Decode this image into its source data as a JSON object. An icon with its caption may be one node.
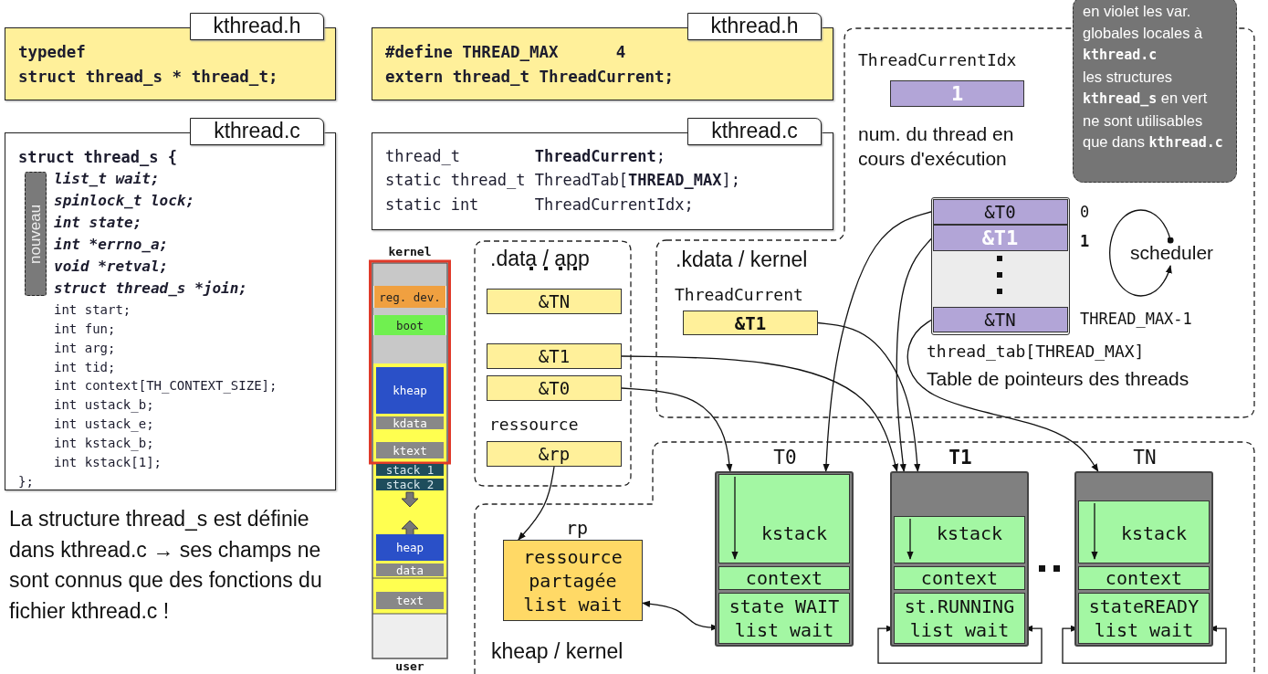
{
  "diagram": {
    "nodes": [
      {
        "text": [
          "kthread.h",
          "typedef",
          "struct thread_s * thread_t;"
        ]
      },
      {
        "text": [
          "kthread.c",
          "struct thread_s {",
          "list_t wait;",
          "spinlock_t lock;",
          "int state;",
          "int *errno_a;",
          "void *retval;",
          "struct thread_s *join;",
          "int start;",
          "int fun;",
          "int arg;",
          "int tid;",
          "int context[TH_CONTEXT_SIZE];",
          "int ustack_b;",
          "int ustack_e;",
          "int kstack_b;",
          "int kstack[1];",
          "};"
        ]
      },
      {
        "text": [
          "nouveau"
        ],
        "in": 1
      },
      {
        "text": [
          "kthread.h",
          "#define THREAD_MAX      4",
          "extern thread_t ThreadCurrent;"
        ]
      },
      {
        "text": [
          "kthread.c",
          "thread_t        **ThreadCurrent**;",
          "static thread_t ThreadTab[**THREAD_MAX**];",
          "static int      ThreadCurrentIdx;"
        ]
      },
      {
        "text": [],
        "shape": "bar",
        "beside": [
          "kernel",
          "user"
        ]
      },
      {
        "text": [
          "reg. dev."
        ],
        "in": 5
      },
      {
        "text": [
          "boot"
        ],
        "in": 5
      },
      {
        "text": [
          "kheap"
        ],
        "in": 5
      },
      {
        "text": [
          "kdata"
        ],
        "in": 5
      },
      {
        "text": [
          "ktext"
        ],
        "in": 5
      },
      {
        "text": [
          "stack 1"
        ],
        "in": 5
      },
      {
        "text": [
          "stack 2"
        ],
        "in": 5
      },
      {
        "text": [
          "heap"
        ],
        "in": 5
      },
      {
        "text": [
          "data"
        ],
        "in": 5
      },
      {
        "text": [
          "text"
        ],
        "in": 5
      },
      {
        "text": [
          ".data / app"
        ]
      },
      {
        "text": [
          "&TN"
        ],
        "in": 16
      },
      {
        "text": [
          "&T1"
        ],
        "in": 16
      },
      {
        "text": [
          "&T0"
        ],
        "in": 16
      },
      {
        "text": [
          "&rp"
        ],
        "beside": [
          "ressource"
        ]
      },
      {
        "text": [
          ".kdata / kernel"
        ]
      },
      {
        "text": [
          "&T1"
        ],
        "in": 21,
        "beside": [
          "ThreadCurrent"
        ]
      },
      {
        "text": [
          "1"
        ],
        "in": 21,
        "beside": [
          "ThreadCurrentIdx",
          "num. du thread en cours d'exécution"
        ]
      },
      {
        "text": [],
        "shape": "box",
        "in": 21,
        "beside": [
          "thread_tab[THREAD_MAX]",
          "Table de pointeurs des threads"
        ]
      },
      {
        "text": [
          "&T0"
        ],
        "in": 24,
        "beside": [
          "0"
        ]
      },
      {
        "text": [
          "&T1"
        ],
        "in": 24,
        "beside": [
          "1"
        ]
      },
      {
        "text": [
          "&TN"
        ],
        "in": 24,
        "beside": [
          "THREAD_MAX-1"
        ]
      },
      {
        "text": [
          "scheduler"
        ],
        "in": 21
      },
      {
        "text": [
          "en violet les var. globales locales à **kthread.c**",
          "les structures **kthread_s** en vert ne sont utilisables que dans **kthread.c**"
        ]
      },
      {
        "text": [
          "kheap / kernel"
        ]
      },
      {
        "text": [
          "ressource partagée",
          "list wait"
        ],
        "in": 30,
        "beside": [
          "rp"
        ]
      },
      {
        "text": [],
        "shape": "box",
        "in": 30,
        "beside": [
          "T0"
        ]
      },
      {
        "text": [
          "kstack"
        ],
        "in": 32
      },
      {
        "text": [
          "context"
        ],
        "in": 32
      },
      {
        "text": [
          "state WAIT",
          "list wait"
        ],
        "in": 32
      },
      {
        "text": [],
        "shape": "box",
        "in": 30,
        "beside": [
          "T1"
        ]
      },
      {
        "text": [
          "kstack"
        ],
        "in": 36
      },
      {
        "text": [
          "context"
        ],
        "in": 36
      },
      {
        "text": [
          "st.RUNNING",
          "list wait"
        ],
        "in": 36
      },
      {
        "text": [],
        "shape": "box",
        "in": 30,
        "beside": [
          "TN"
        ]
      },
      {
        "text": [
          "kstack"
        ],
        "in": 40
      },
      {
        "text": [
          "context"
        ],
        "in": 40
      },
      {
        "text": [
          "stateREADY",
          "list wait"
        ],
        "in": 40
      }
    ],
    "edges": [
      {
        "from": 18,
        "to": 36,
        "arrow": "to"
      },
      {
        "from": 19,
        "to": 32,
        "arrow": "to"
      },
      {
        "from": 20,
        "to": 31,
        "arrow": "to"
      },
      {
        "from": 22,
        "to": 36,
        "arrow": "to"
      },
      {
        "from": 25,
        "to": 32,
        "arrow": "to"
      },
      {
        "from": 26,
        "to": 36,
        "arrow": "to"
      },
      {
        "from": 27,
        "to": 40,
        "arrow": "to"
      },
      {
        "from": 31,
        "to": 35,
        "arrow": "both"
      },
      {
        "from": 39,
        "to": 39,
        "arrow": "both"
      },
      {
        "from": 43,
        "to": 43,
        "arrow": "both"
      },
      {
        "from": 28,
        "to": 28,
        "arrow": "to"
      }
    ],
    "labels": [
      "La structure thread_s est définie dans kthread.c → ses champs ne sont connus que des fonctions du fichier kthread.c !"
    ]
  }
}
